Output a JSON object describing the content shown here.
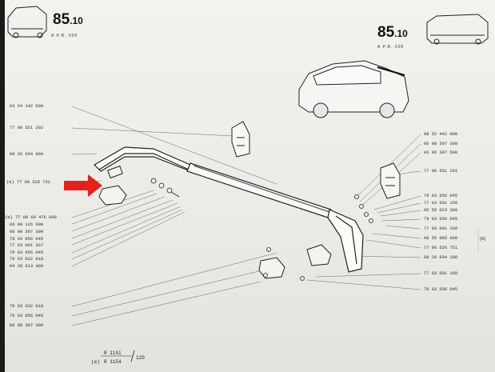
{
  "header": {
    "page_left": {
      "num": "85",
      "sub": ".10",
      "ref": "A      P.R. 005"
    },
    "page_right": {
      "num": "85",
      "sub": ".10",
      "ref": "A      P.R. 005"
    }
  },
  "left_labels": [
    "03 54 142 500",
    "77 00 551 292",
    "08 20 604 000",
    "(e) 77 00 526 752",
    "(e) 77 00 60 476 000",
    "06 08 126 600",
    "06 08 307 300",
    "79 03 056 045",
    "77 03 001 337",
    "79 03 056 045",
    "79 03 032 018",
    "04 28 613 400",
    "79 03 032 018",
    "79 03 056 045",
    "06 08 307 300"
  ],
  "right_labels": [
    "08 52 492 000",
    "06 08 307 300",
    "06 06 307 500",
    "77 00 551 291",
    "79 03 056 045",
    "77 03 001 158",
    "05 56 023 300",
    "79 03 056 045",
    "77 03 001 160",
    "08 55 065 600",
    "77 00 526 751",
    "08 20 604 100",
    "77 03 001 160",
    "79 03 056 045"
  ],
  "bracket_marks": [
    "(e)",
    "(e)"
  ],
  "footer": {
    "ref1": "R 1151",
    "ref2": "R 1154",
    "mark": "(e)",
    "page": "120"
  },
  "colors": {
    "arrow": "#e8201a",
    "paper": "#efefea"
  },
  "icons": [
    "car-corner-icon",
    "car-front-icon",
    "car-side-icon",
    "red-arrow-icon"
  ]
}
